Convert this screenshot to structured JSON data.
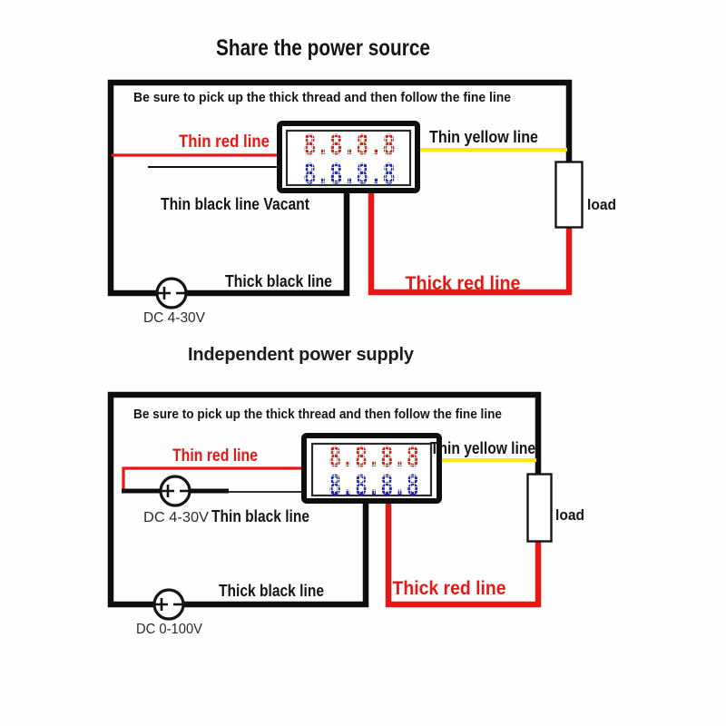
{
  "colors": {
    "wire_red": "#e81717",
    "wire_yellow": "#ffe60e",
    "wire_black": "#0e0e0e",
    "digit_red": "#e81717",
    "digit_blue": "#2222d8"
  },
  "diagram1": {
    "title": "Share the power source",
    "note": "Be sure to pick up the thick thread and then follow the fine line",
    "display": {
      "line1": "8.8.8.8",
      "line2": "8.8.8.8"
    },
    "labels": {
      "thin_red": "Thin red line",
      "thin_yellow": "Thin yellow line",
      "thin_black_vacant": "Thin black line Vacant",
      "thick_black": "Thick black line",
      "thick_red": "Thick red line",
      "load": "load",
      "source": "DC 4-30V"
    },
    "source_terminals": {
      "plus": "+",
      "minus": "-"
    }
  },
  "diagram2": {
    "title": "Independent power supply",
    "note": "Be sure to pick up the thick thread and then follow the fine line",
    "display": {
      "line1": "8.8.8.8",
      "line2": "8.8.8.8"
    },
    "labels": {
      "thin_red": "Thin red line",
      "thin_yellow": "Thin yellow line",
      "thin_black": "Thin black line",
      "thick_black": "Thick black line",
      "thick_red": "Thick red line",
      "load": "load",
      "source_meter": "DC 4-30V",
      "source_load": "DC 0-100V"
    },
    "source_terminals": {
      "plus": "+",
      "minus": "-"
    }
  }
}
